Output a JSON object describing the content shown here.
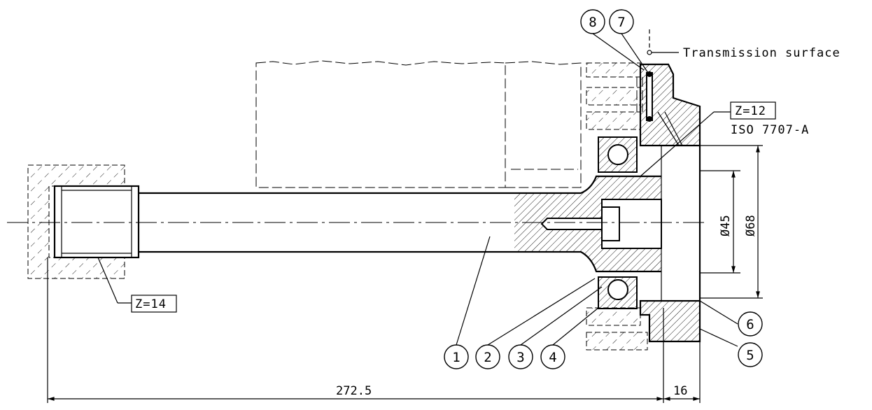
{
  "annotations": {
    "transmission_surface": "Transmission surface",
    "teeth_hub": "Z=12",
    "standard": "ISO 7707-A",
    "teeth_shaft": "Z=14"
  },
  "dimensions": {
    "length_total": "272.5",
    "length_flange": "16",
    "dia_inner": "Ø45",
    "dia_outer": "Ø68"
  },
  "balloons": [
    "1",
    "2",
    "3",
    "4",
    "5",
    "6",
    "7",
    "8"
  ]
}
